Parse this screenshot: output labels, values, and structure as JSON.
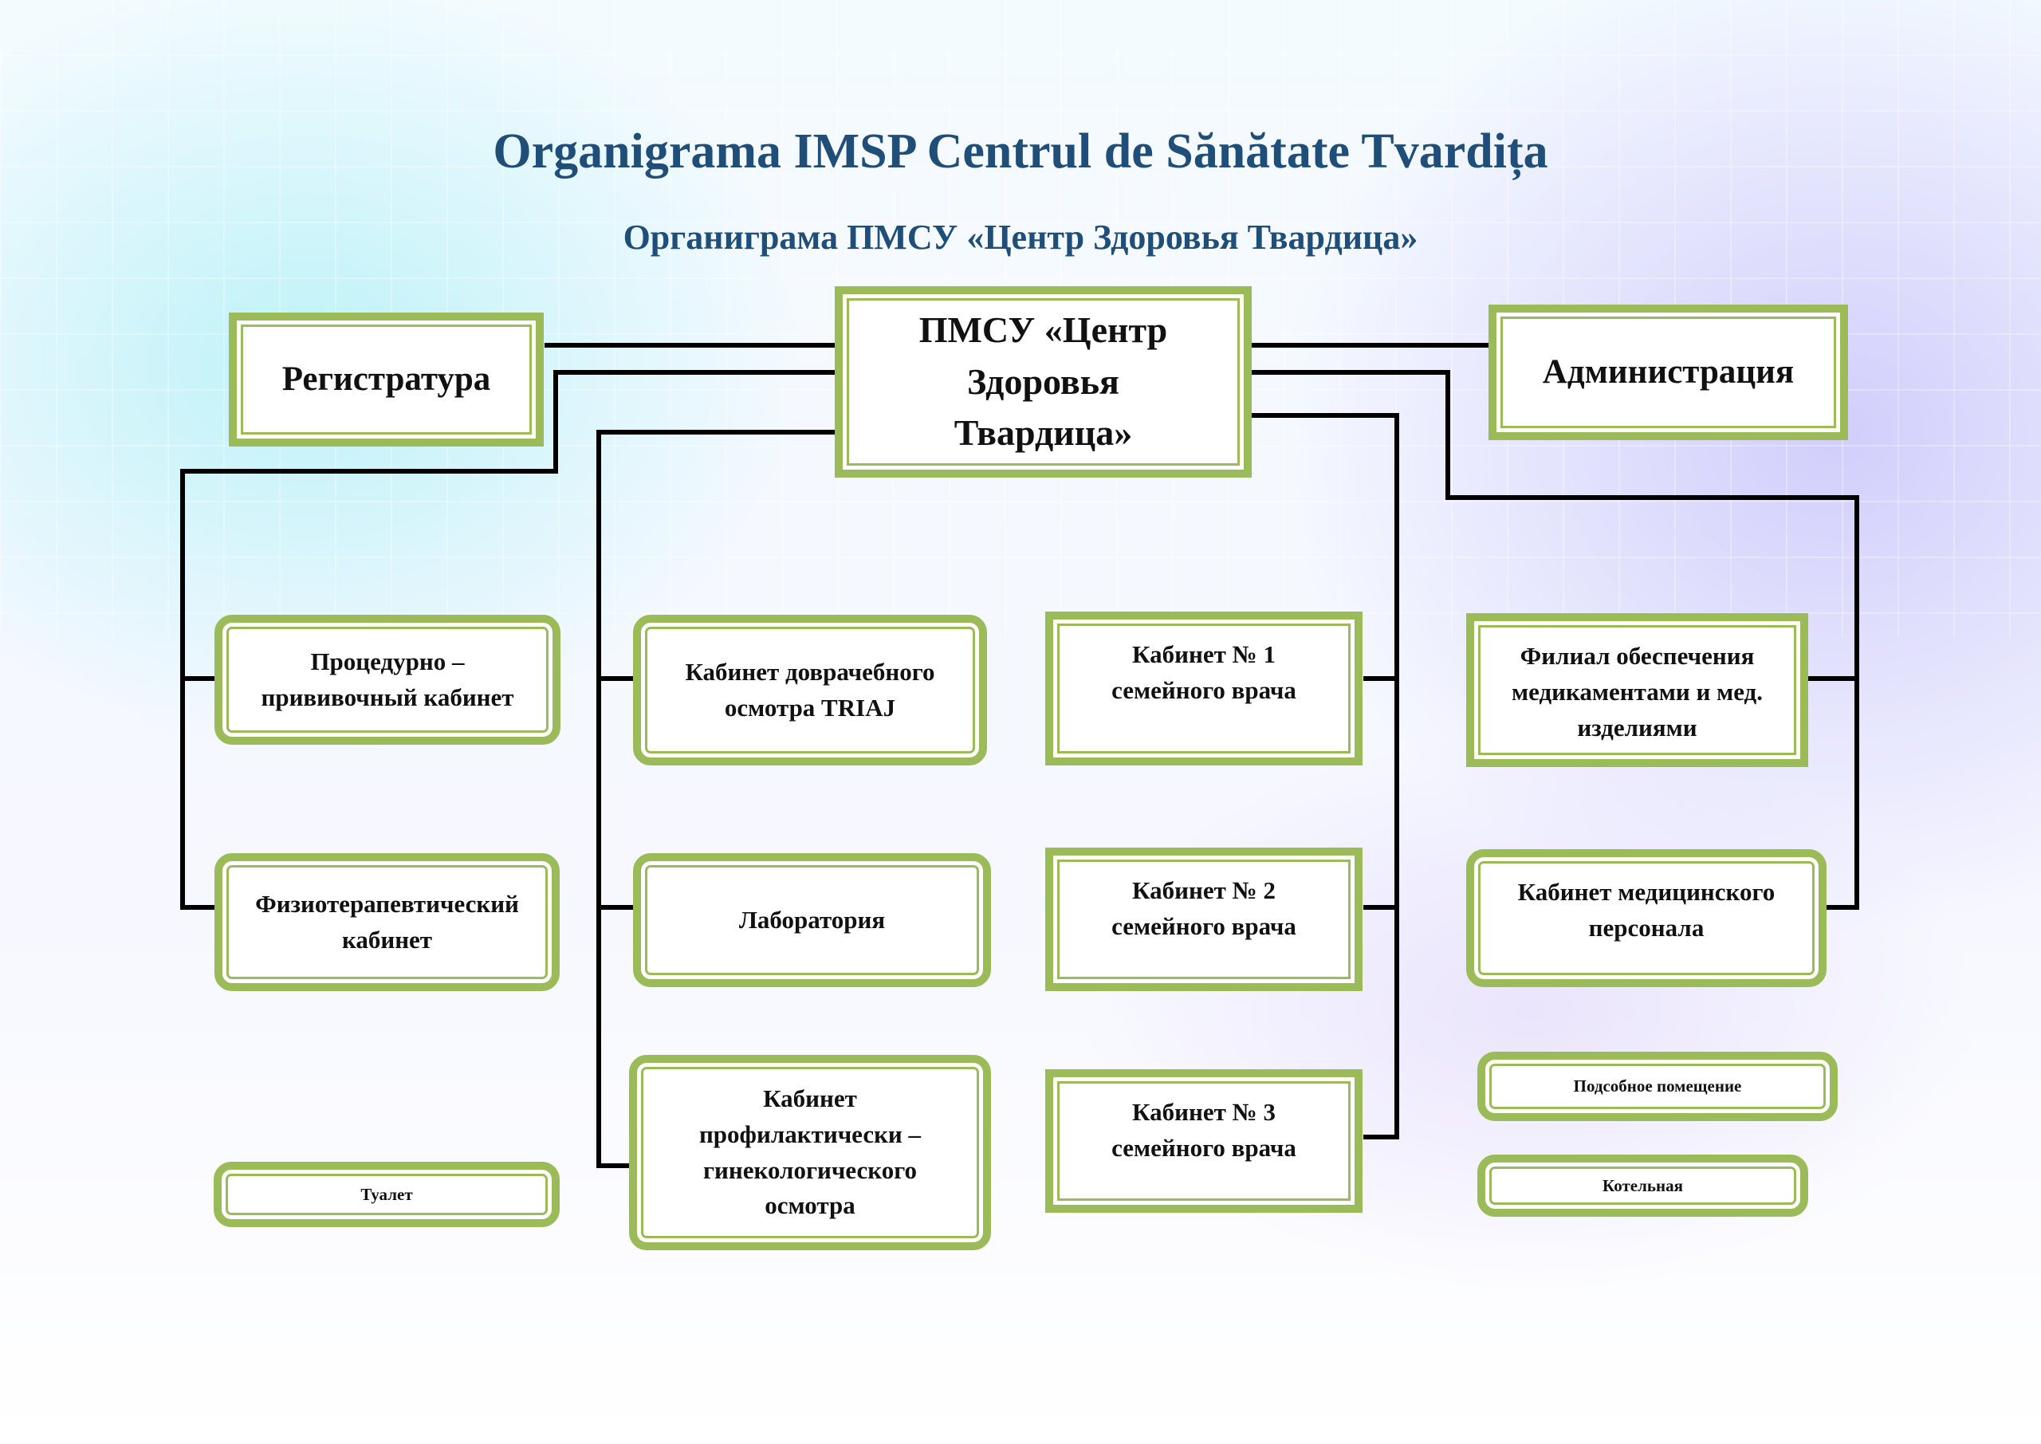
{
  "title": "Organigrama IMSP Centrul de Sănătate Tvardița",
  "subtitle": "Органиграма  ПМСУ «Центр Здоровья Твардица»",
  "colors": {
    "accent": "#9bbb59",
    "title": "#1f4e79",
    "line": "#000000"
  },
  "nodes": {
    "root": "ПМСУ «Центр Здоровья Твардица»",
    "registry": "Регистратура",
    "administration": "Администрация",
    "procedure": "Процедурно – прививочный кабинет",
    "physio": "Физиотерапевтический кабинет",
    "toilet": "Туалет",
    "triage": "Кабинет доврачебного осмотра TRIAJ",
    "lab": "Лаборатория",
    "gyn": "Кабинет профилактически – гинекологического осмотра",
    "fam1": "Кабинет № 1 семейного врача",
    "fam2": "Кабинет № 2 семейного врача",
    "fam3": "Кабинет № 3 семейного врача",
    "pharmacy": "Филиал обеспечения медикаментами и мед. изделиями",
    "staff": "Кабинет медицинского персонала",
    "utility": "Подсобное помещение",
    "boiler": "Котельная"
  }
}
